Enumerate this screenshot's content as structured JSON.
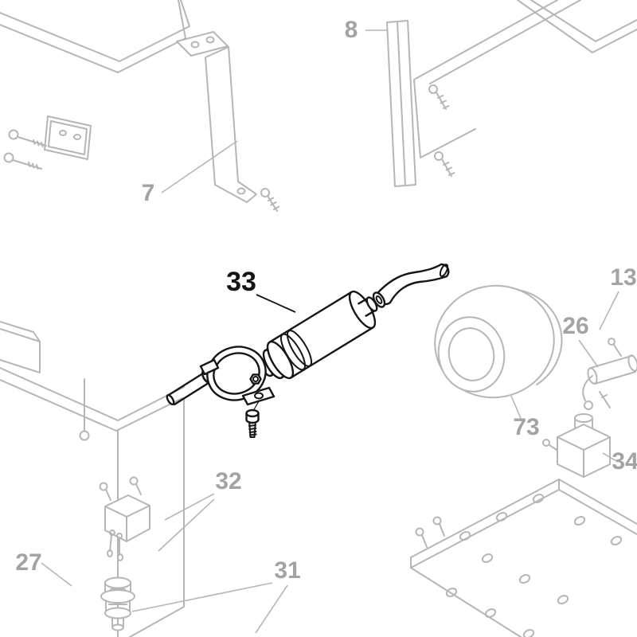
{
  "diagram": {
    "kind": "exploded-parts-diagram",
    "background": "#ffffff",
    "colors": {
      "muted_line": "#b6b6b6",
      "muted_label": "#a3a3a3",
      "highlight": "#141414"
    },
    "highlighted_part": "33",
    "parts": [
      {
        "id": "7",
        "label": "7",
        "highlighted": false
      },
      {
        "id": "8",
        "label": "8",
        "highlighted": false
      },
      {
        "id": "13",
        "label": "13",
        "highlighted": false
      },
      {
        "id": "26",
        "label": "26",
        "highlighted": false
      },
      {
        "id": "27",
        "label": "27",
        "highlighted": false
      },
      {
        "id": "31",
        "label": "31",
        "highlighted": false
      },
      {
        "id": "32",
        "label": "32",
        "highlighted": false
      },
      {
        "id": "33",
        "label": "33",
        "highlighted": true
      },
      {
        "id": "34",
        "label": "34",
        "highlighted": false
      },
      {
        "id": "73",
        "label": "73",
        "highlighted": false
      }
    ]
  }
}
